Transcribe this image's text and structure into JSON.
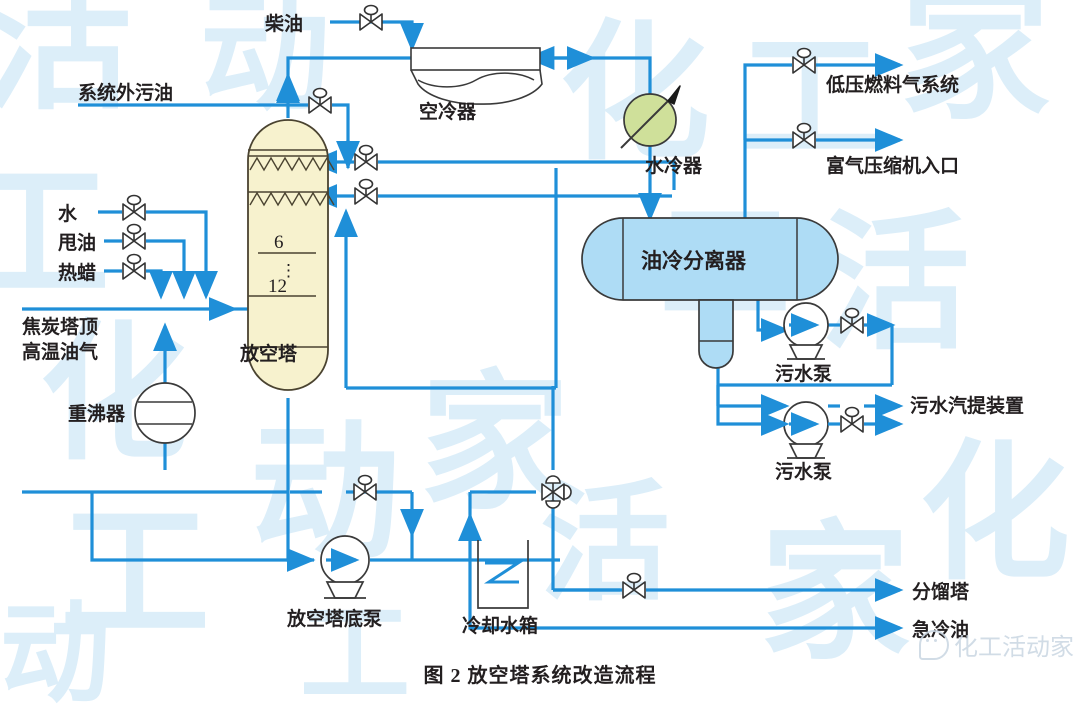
{
  "figure": {
    "caption": "图 2    放空塔系统改造流程",
    "caption_number": "图 2",
    "caption_title": "放空塔系统改造流程"
  },
  "watermark": {
    "texts": [
      "化",
      "工",
      "活",
      "动",
      "家"
    ],
    "brand": "化工活动家",
    "color": "#DCEEF9",
    "wechat_icon": "wechat-icon"
  },
  "colors": {
    "pipe": "#1F8FD8",
    "outline": "#3a3a3a",
    "column_fill": "#F7F2CE",
    "vessel_fill": "#AEDCF5",
    "cooler_fill": "#CFE09A",
    "text": "#231f20",
    "background": "#FFFFFF"
  },
  "equipment": [
    {
      "id": "vent-tower",
      "label": "放空塔",
      "type": "column"
    },
    {
      "id": "air-cooler",
      "label": "空冷器",
      "type": "air-cooler"
    },
    {
      "id": "water-cooler",
      "label": "水冷器",
      "type": "cooler"
    },
    {
      "id": "oil-cool-separator",
      "label": "油冷分离器",
      "type": "vessel"
    },
    {
      "id": "reboiler",
      "label": "重沸器",
      "type": "reboiler"
    },
    {
      "id": "tower-bottom-pump",
      "label": "放空塔底泵",
      "type": "pump"
    },
    {
      "id": "sewage-pump-1",
      "label": "污水泵",
      "type": "pump"
    },
    {
      "id": "sewage-pump-2",
      "label": "污水泵",
      "type": "pump"
    },
    {
      "id": "cooling-water-tank",
      "label": "冷却水箱",
      "type": "tank"
    }
  ],
  "tower": {
    "name": "放空塔",
    "tray_top": "6",
    "tray_dots": "⋮",
    "tray_bottom": "12"
  },
  "streams": {
    "diesel": "柴油",
    "off_system_slop_oil": "系统外污油",
    "water": "水",
    "slung_oil": "甩油",
    "hot_wax": "热蜡",
    "coke_drum_overhead": "焦炭塔顶",
    "coke_drum_overhead_2": "高温油气",
    "low_pressure_fuel_gas": "低压燃料气系统",
    "rich_gas_compressor_inlet": "富气压缩机入口",
    "sewage_stripping_unit": "污水汽提装置",
    "fractionator": "分馏塔",
    "quench_oil": "急冷油"
  },
  "labels": [
    {
      "name": "stream-diesel",
      "text": "柴油"
    },
    {
      "name": "stream-off-system-slop-oil",
      "text": "系统外污油"
    },
    {
      "name": "stream-water",
      "text": "水"
    },
    {
      "name": "stream-slung-oil",
      "text": "甩油"
    },
    {
      "name": "stream-hot-wax",
      "text": "热蜡"
    },
    {
      "name": "stream-coke-drum-overhead-l1",
      "text": "焦炭塔顶"
    },
    {
      "name": "stream-coke-drum-overhead-l2",
      "text": "高温油气"
    },
    {
      "name": "equipment-air-cooler",
      "text": "空冷器"
    },
    {
      "name": "equipment-water-cooler",
      "text": "水冷器"
    },
    {
      "name": "equipment-oil-cool-separator",
      "text": "油冷分离器"
    },
    {
      "name": "equipment-reboiler",
      "text": "重沸器"
    },
    {
      "name": "equipment-vent-tower",
      "text": "放空塔"
    },
    {
      "name": "equipment-tower-bottom-pump",
      "text": "放空塔底泵"
    },
    {
      "name": "equipment-cooling-water-tank",
      "text": "冷却水箱"
    },
    {
      "name": "equipment-sewage-pump-upper",
      "text": "污水泵"
    },
    {
      "name": "equipment-sewage-pump-lower",
      "text": "污水泵"
    },
    {
      "name": "stream-low-pressure-fuel-gas",
      "text": "低压燃料气系统"
    },
    {
      "name": "stream-rich-gas-compressor",
      "text": "富气压缩机入口"
    },
    {
      "name": "stream-sewage-stripping-unit",
      "text": "污水汽提装置"
    },
    {
      "name": "stream-fractionator",
      "text": "分馏塔"
    },
    {
      "name": "stream-quench-oil",
      "text": "急冷油"
    }
  ],
  "valves": [
    {
      "name": "valve-diesel",
      "type": "gate"
    },
    {
      "name": "valve-off-system-slop-oil",
      "type": "gate"
    },
    {
      "name": "valve-tower-reflux-upper",
      "type": "gate"
    },
    {
      "name": "valve-tower-reflux-lower",
      "type": "gate"
    },
    {
      "name": "valve-water",
      "type": "gate"
    },
    {
      "name": "valve-slung-oil",
      "type": "gate"
    },
    {
      "name": "valve-hot-wax",
      "type": "gate"
    },
    {
      "name": "valve-low-pressure-fuel-gas",
      "type": "gate"
    },
    {
      "name": "valve-rich-gas-compressor",
      "type": "gate"
    },
    {
      "name": "valve-sewage-pump-upper",
      "type": "gate"
    },
    {
      "name": "valve-sewage-pump-lower",
      "type": "gate"
    },
    {
      "name": "valve-tower-bottom-pump",
      "type": "gate"
    },
    {
      "name": "valve-cooling-water-return",
      "type": "control"
    },
    {
      "name": "valve-fractionator",
      "type": "gate"
    }
  ]
}
